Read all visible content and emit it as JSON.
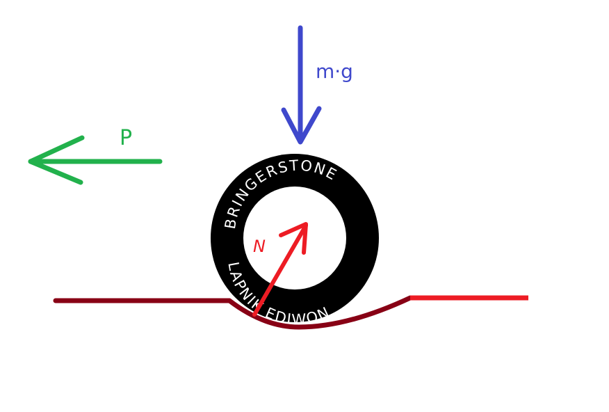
{
  "title": "Free-body diagram of a tire on a road",
  "colors": {
    "gravity": "#3f48cc",
    "push": "#22b14c",
    "normal": "#ed1c24",
    "road_dark": "#880015",
    "road_light": "#ed1c24",
    "tire": "#000000",
    "tire_text": "#ffffff",
    "background": "#ffffff"
  },
  "forces": {
    "gravity": {
      "label": "m·g",
      "direction": "down"
    },
    "push": {
      "label": "P",
      "direction": "left"
    },
    "normal": {
      "label": "N",
      "direction": "up-right"
    }
  },
  "tire": {
    "brand_top": "BRINGERSTONE",
    "brand_bottom": "LAPNIK EDIWON"
  }
}
